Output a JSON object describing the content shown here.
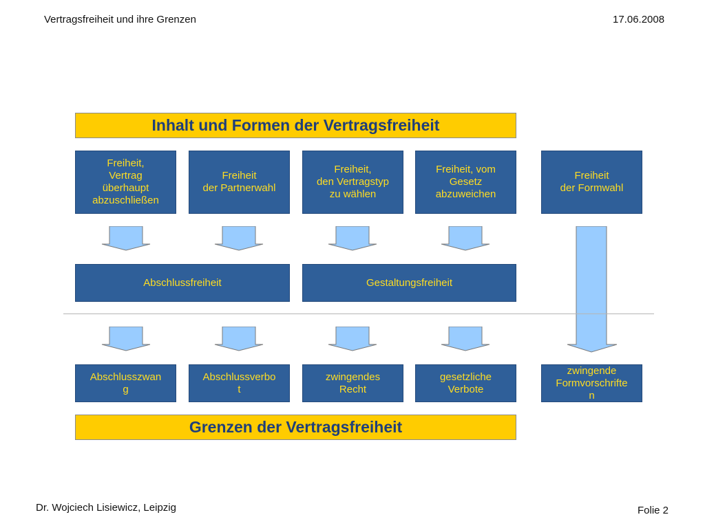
{
  "header": {
    "title": "Vertragsfreiheit und ihre Grenzen",
    "date": "17.06.2008"
  },
  "diagram": {
    "top_banner": "Inhalt und Formen der Vertragsfreiheit",
    "freedoms": [
      "Freiheit,\nVertrag\nüberhaupt\nabzuschließen",
      "Freiheit\nder Partnerwahl",
      "Freiheit,\nden Vertragstyp\nzu wählen",
      "Freiheit, vom\nGesetz\nabzuweichen",
      "Freiheit\nder Formwahl"
    ],
    "groups": [
      "Abschlussfreiheit",
      "Gestaltungsfreiheit"
    ],
    "limits": [
      "Abschlusszwan\ng",
      "Abschlussverbo\nt",
      "zwingendes\nRecht",
      "gesetzliche\nVerbote",
      "zwingende\nFormvorschrifte\nn"
    ],
    "bottom_banner": "Grenzen der Vertragsfreiheit"
  },
  "colors": {
    "banner_fill": "#FFCC00",
    "banner_text": "#1F3F7A",
    "box_fill": "#2F5F99",
    "box_text": "#FFDD22",
    "arrow_fill": "#99CCFF"
  },
  "footer": {
    "author": "Dr. Wojciech Lisiewicz, Leipzig",
    "slide": "Folie 2"
  }
}
